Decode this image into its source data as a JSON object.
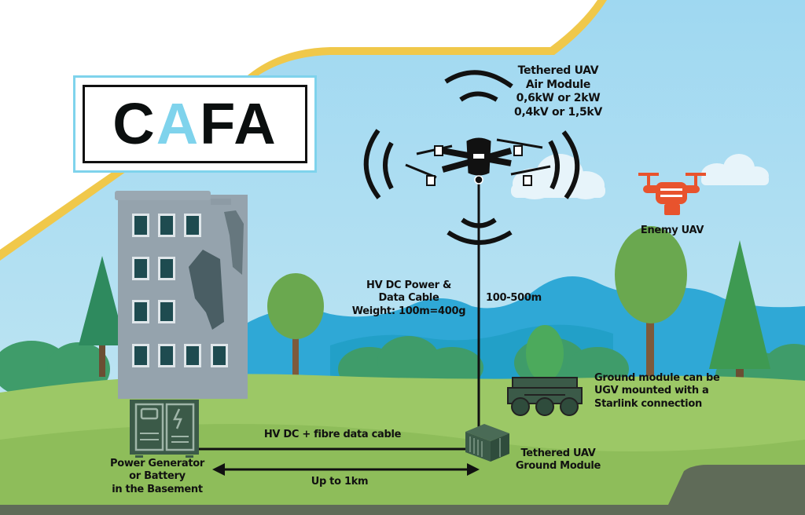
{
  "logo": {
    "letters": [
      {
        "char": "C",
        "color": "#0b0f0f"
      },
      {
        "char": "A",
        "color": "#7fd3ec"
      },
      {
        "char": "F",
        "color": "#0b0f0f"
      },
      {
        "char": "A",
        "color": "#0b0f0f"
      }
    ],
    "border_color": "#7fd3ec"
  },
  "labels": {
    "air_module": [
      "Tethered UAV",
      "Air Module",
      "0,6kW or 2kW",
      "0,4kV or 1,5kV"
    ],
    "enemy_uav": "Enemy UAV",
    "tether_cable": [
      "HV DC Power &",
      "Data Cable",
      "Weight: 100m=400g"
    ],
    "tether_length": "100-500m",
    "ugv_note": [
      "Ground module can be",
      "UGV mounted with a",
      "Starlink connection"
    ],
    "ground_cable": "HV DC + fibre data cable",
    "distance": "Up to 1km",
    "power_source": [
      "Power Generator",
      "or Battery",
      "in the Basement"
    ],
    "ground_module": [
      "Tethered UAV",
      "Ground Module"
    ]
  },
  "colors": {
    "sky": "#a9dcf0",
    "accent_band": "#f0c84a",
    "grass": "#9cc866",
    "ground_dark": "#5f6b58",
    "enemy": "#e8532d",
    "module": "#3b5a48"
  },
  "icons": {
    "drone": "tethered-drone-icon",
    "enemy": "enemy-drone-icon",
    "generator": "generator-icon",
    "container": "ground-module-icon",
    "ugv": "ugv-icon"
  }
}
